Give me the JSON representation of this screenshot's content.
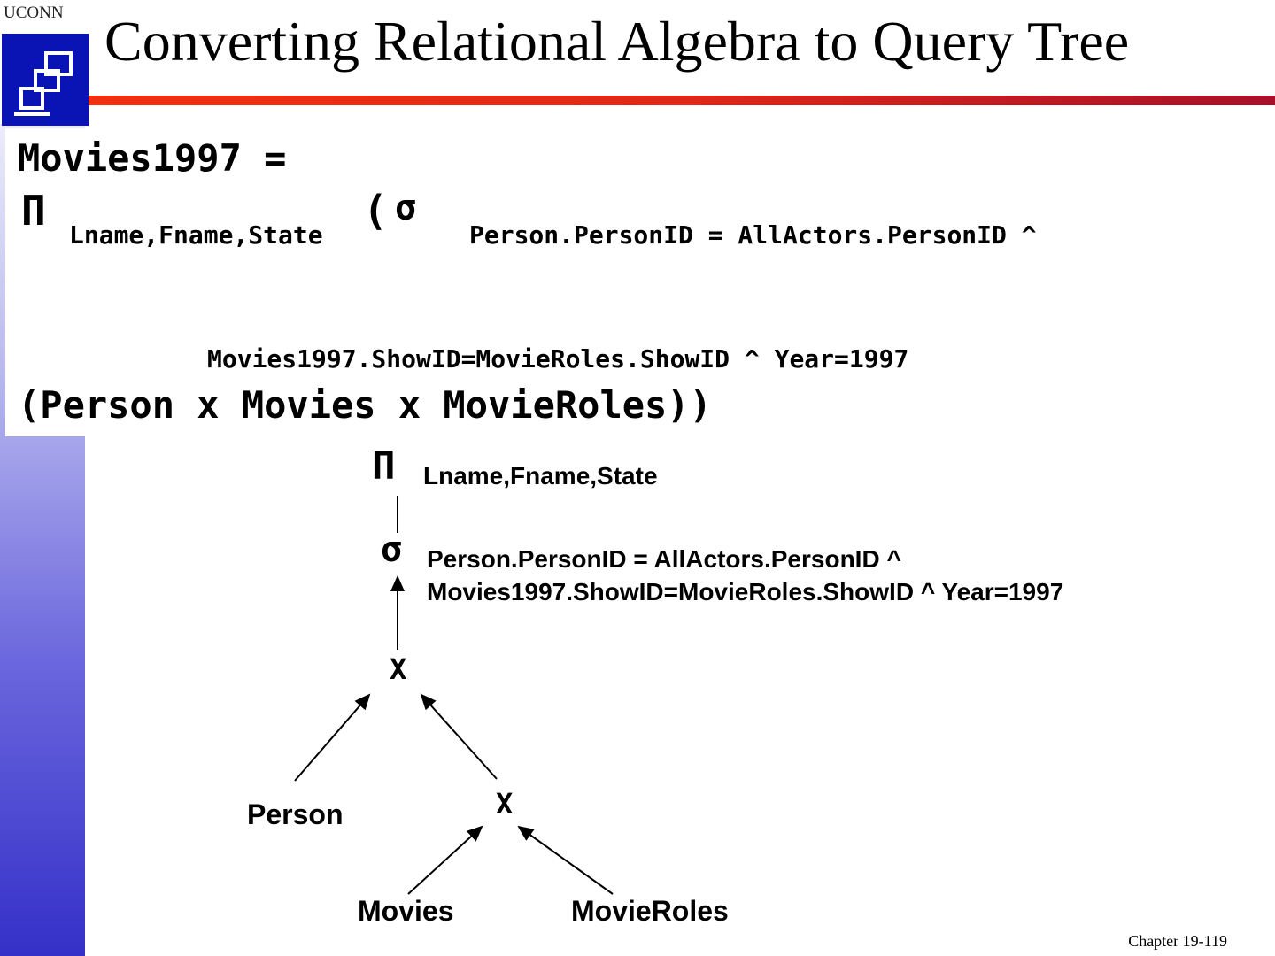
{
  "header": {
    "logo_text": "UCONN",
    "title": "Converting Relational Algebra to Query Tree"
  },
  "expression": {
    "line1": "Movies1997 =",
    "project_symbol": "Π",
    "project_attrs": "Lname,Fname,State",
    "open": "(",
    "select_symbol": "σ",
    "cond1": "Person.PersonID = AllActors.PersonID  ^",
    "cond2": "Movies1997.ShowID=MovieRoles.ShowID ^ Year=1997",
    "relations": "(Person x Movies x MovieRoles))"
  },
  "tree": {
    "project_label": "Lname,Fname,State",
    "select_cond1": "Person.PersonID = AllActors.PersonID ^",
    "select_cond2": "Movies1997.ShowID=MovieRoles.ShowID ^ Year=1997",
    "cross_top": "X",
    "cross_bottom": "X",
    "person": "Person",
    "movies": "Movies",
    "movieroles": "MovieRoles"
  },
  "footer": {
    "page": "Chapter 19-119"
  }
}
